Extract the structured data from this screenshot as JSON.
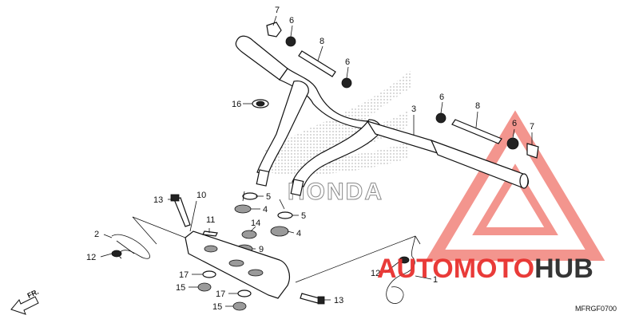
{
  "diagram_code": "MFRGF0700",
  "front_arrow_label": "FR.",
  "brand_logo_text": "HONDA",
  "watermark": {
    "part1": "AUTO",
    "part2": "MOTO",
    "part3": "HUB",
    "color_red": "#e8312f",
    "color_dark": "#2b2b2b",
    "color_triangle": "#f28a82"
  },
  "callouts": [
    {
      "id": "c7a",
      "label": "7"
    },
    {
      "id": "c6a",
      "label": "6"
    },
    {
      "id": "c8a",
      "label": "8"
    },
    {
      "id": "c6b",
      "label": "6"
    },
    {
      "id": "c16",
      "label": "16"
    },
    {
      "id": "c3",
      "label": "3"
    },
    {
      "id": "c6c",
      "label": "6"
    },
    {
      "id": "c8b",
      "label": "8"
    },
    {
      "id": "c6d",
      "label": "6"
    },
    {
      "id": "c7b",
      "label": "7"
    },
    {
      "id": "c5a",
      "label": "5"
    },
    {
      "id": "c4a",
      "label": "4"
    },
    {
      "id": "c5b",
      "label": "5"
    },
    {
      "id": "c14",
      "label": "14"
    },
    {
      "id": "c4b",
      "label": "4"
    },
    {
      "id": "c9",
      "label": "9"
    },
    {
      "id": "c10",
      "label": "10"
    },
    {
      "id": "c11",
      "label": "11"
    },
    {
      "id": "c13a",
      "label": "13"
    },
    {
      "id": "c2",
      "label": "2"
    },
    {
      "id": "c12a",
      "label": "12"
    },
    {
      "id": "c17a",
      "label": "17"
    },
    {
      "id": "c15a",
      "label": "15"
    },
    {
      "id": "c17b",
      "label": "17"
    },
    {
      "id": "c15b",
      "label": "15"
    },
    {
      "id": "c13b",
      "label": "13"
    },
    {
      "id": "c12b",
      "label": "12"
    },
    {
      "id": "c1",
      "label": "1"
    }
  ]
}
